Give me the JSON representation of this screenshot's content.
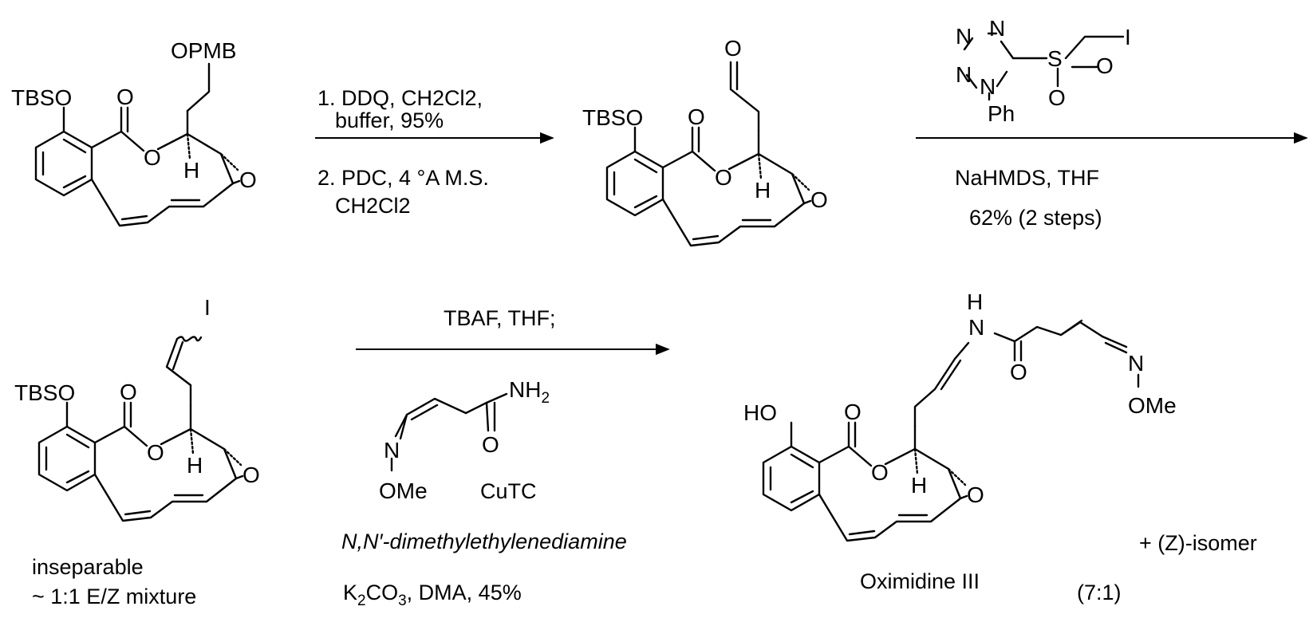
{
  "molecules": {
    "m1": {
      "opmb": "OPMB",
      "tbso": "TBSO",
      "carbonyl_o": "O",
      "ester_o": "O",
      "h": "H",
      "epox_o": "O"
    },
    "m2": {
      "aldehyde_o": "O",
      "tbso": "TBSO",
      "carbonyl_o": "O",
      "ester_o": "O",
      "h": "H",
      "epox_o": "O"
    },
    "reagent_tetrazole": {
      "n1": "N",
      "n2": "N",
      "n3": "N",
      "n4": "N",
      "s": "S",
      "o1": "O",
      "o2": "O",
      "i": "I",
      "ph": "Ph"
    },
    "m3": {
      "i": "I",
      "tbso": "TBSO",
      "carbonyl_o": "O",
      "ester_o": "O",
      "h": "H",
      "epox_o": "O"
    },
    "reagent_amide": {
      "nh2": "NH2",
      "carbonyl_o": "O",
      "n": "N",
      "ome": "OMe"
    },
    "m4": {
      "h_n": "H",
      "n": "N",
      "amide_o": "O",
      "oxime_n": "N",
      "ome": "OMe",
      "ho": "HO",
      "carbonyl_o": "O",
      "ester_o": "O",
      "h": "H",
      "epox_o": "O"
    }
  },
  "step1": {
    "line1": "1. DDQ, CH2Cl2,",
    "line2": "buffer, 95%",
    "line3": "2. PDC, 4 °A M.S.",
    "line4": "CH2Cl2"
  },
  "step2": {
    "line1": "NaHMDS, THF",
    "line2": "62% (2 steps)"
  },
  "step3": {
    "line1": "TBAF, THF;",
    "cutc": "CuTC",
    "line2": "N,N′-dimethylethylenediamine",
    "line3": "K2CO3, DMA, 45%"
  },
  "captions": {
    "m3_line1": "inseparable",
    "m3_line2": "~ 1:1  E/Z mixture",
    "m4_name": "Oximidine III",
    "m4_ratio": "(7:1)",
    "z_isomer": "+ (Z)-isomer"
  }
}
